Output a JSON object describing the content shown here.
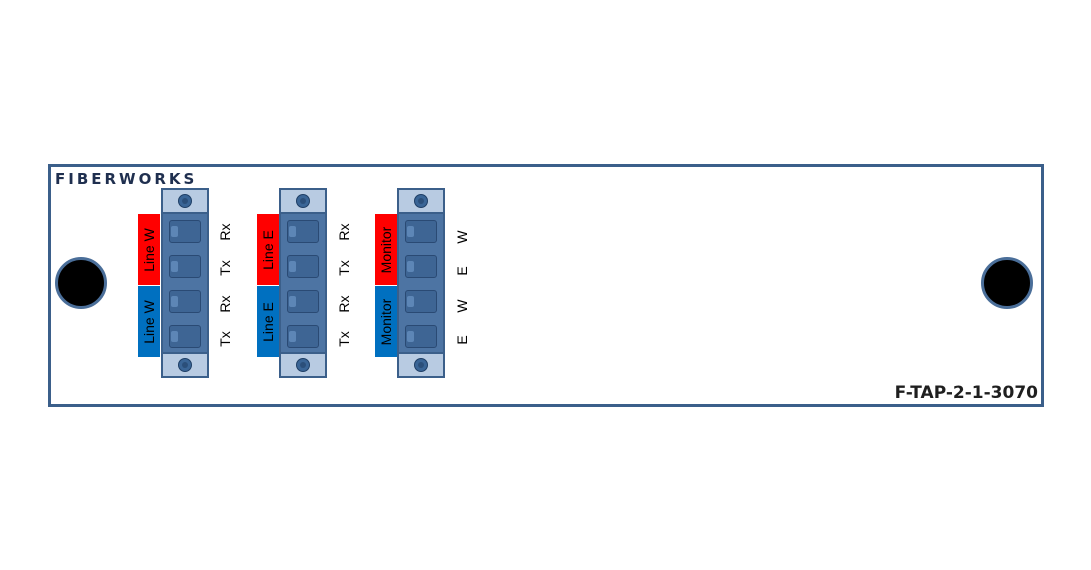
{
  "panel": {
    "brand": "FIBERWORKS",
    "model": "F-TAP-2-1-3070",
    "colors": {
      "border": "#3b5f8a",
      "red": "#ff0000",
      "blue": "#0070c0"
    }
  },
  "modules": [
    {
      "groups": [
        {
          "label": "Line W",
          "color": "red"
        },
        {
          "label": "Line W",
          "color": "blue"
        }
      ],
      "ports": [
        "Rx",
        "Tx",
        "Rx",
        "Tx"
      ]
    },
    {
      "groups": [
        {
          "label": "Line E",
          "color": "red"
        },
        {
          "label": "Line E",
          "color": "blue"
        }
      ],
      "ports": [
        "Rx",
        "Tx",
        "Rx",
        "Tx"
      ]
    },
    {
      "groups": [
        {
          "label": "Monitor",
          "color": "red"
        },
        {
          "label": "Monitor",
          "color": "blue"
        }
      ],
      "ports": [
        "W",
        "E",
        "W",
        "E"
      ]
    }
  ],
  "icons": [
    "mounting-hole-icon",
    "screw-icon",
    "lc-port-icon"
  ]
}
